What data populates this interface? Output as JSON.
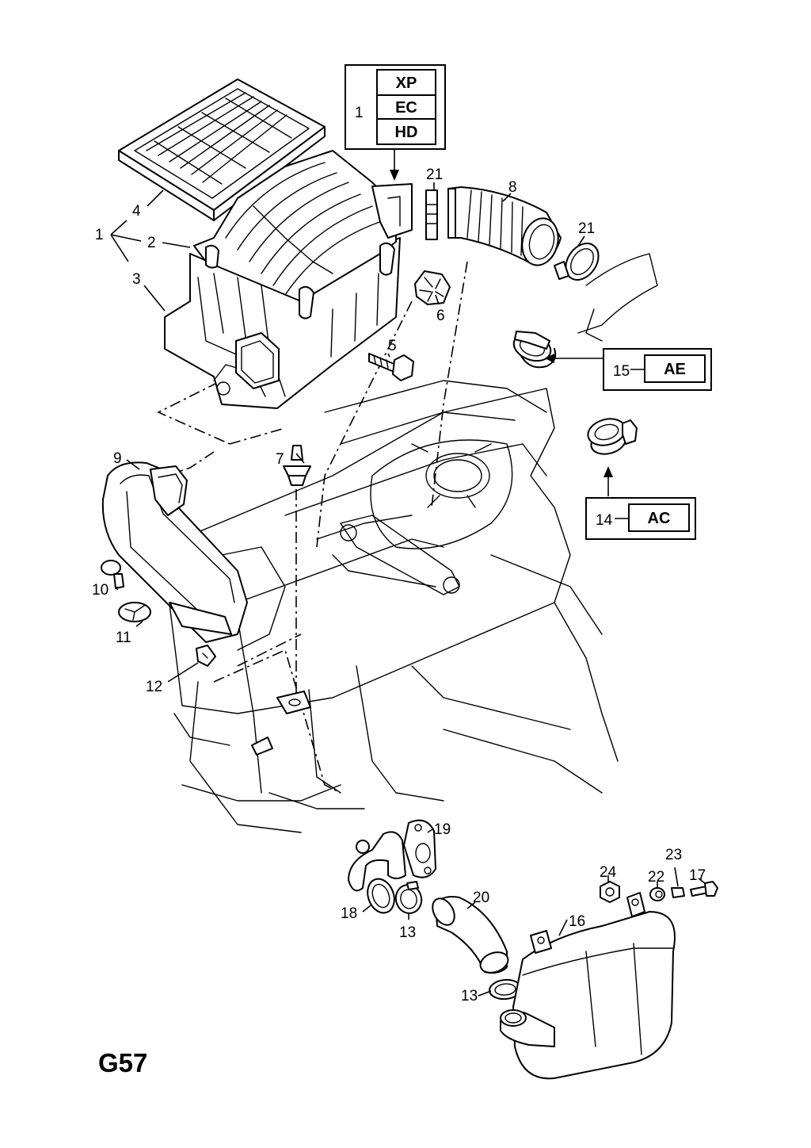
{
  "diagram": {
    "page_code": "G57",
    "option_codes": {
      "ref_1": "1",
      "codes_1": [
        "XP",
        "EC",
        "HD"
      ],
      "ref_15": "15",
      "code_15": "AE",
      "ref_14": "14",
      "code_14": "AC"
    },
    "callouts": [
      "1",
      "2",
      "3",
      "4",
      "5",
      "6",
      "7",
      "8",
      "9",
      "10",
      "11",
      "12",
      "13",
      "13",
      "16",
      "17",
      "18",
      "19",
      "20",
      "21",
      "21",
      "22",
      "23",
      "24"
    ]
  }
}
